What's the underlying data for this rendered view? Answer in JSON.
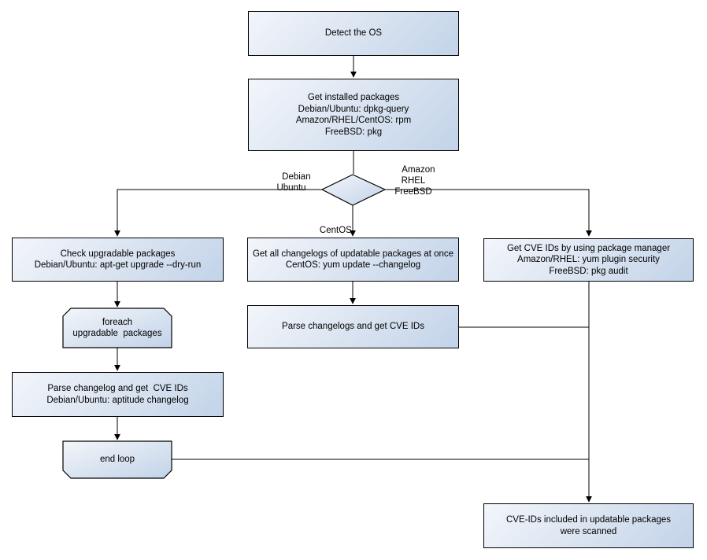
{
  "diagram": {
    "type": "flowchart",
    "colors": {
      "node_fill_start": "#f3f6fb",
      "node_fill_end": "#c2d3e9",
      "node_border": "#000000",
      "connector": "#000000",
      "text": "#000000",
      "background": "#ffffff"
    },
    "nodes": {
      "detect_os": {
        "label": "Detect the OS"
      },
      "get_installed": {
        "label": "Get installed packages\nDebian/Ubuntu: dpkg-query\nAmazon/RHEL/CentOS: rpm\nFreeBSD: pkg"
      },
      "os_decision": {
        "label": ""
      },
      "check_upgradable": {
        "label": "Check upgradable packages\nDebian/Ubuntu: apt-get upgrade --dry-run"
      },
      "foreach_loop": {
        "label": "foreach\nupgradable  packages"
      },
      "parse_changelog_left": {
        "label": "Parse changelog and get  CVE IDs\nDebian/Ubuntu: aptitude changelog"
      },
      "end_loop": {
        "label": "end loop"
      },
      "get_all_changelogs": {
        "label": "Get all changelogs of updatable packages at once\nCentOS: yum update --changelog"
      },
      "parse_changelogs_mid": {
        "label": "Parse changelogs and get CVE IDs"
      },
      "get_cve_pkg_manager": {
        "label": "Get CVE IDs by using package manager\nAmazon/RHEL: yum plugin security\nFreeBSD: pkg audit"
      },
      "result": {
        "label": "CVE-IDs included in updatable packages\nwere scanned"
      }
    },
    "edge_labels": {
      "debian_ubuntu": {
        "label": "Debian\nUbuntu"
      },
      "amazon_rhel_freebsd": {
        "label": "Amazon\nRHEL\nFreeBSD"
      },
      "centos": {
        "label": "CentOS"
      }
    }
  }
}
